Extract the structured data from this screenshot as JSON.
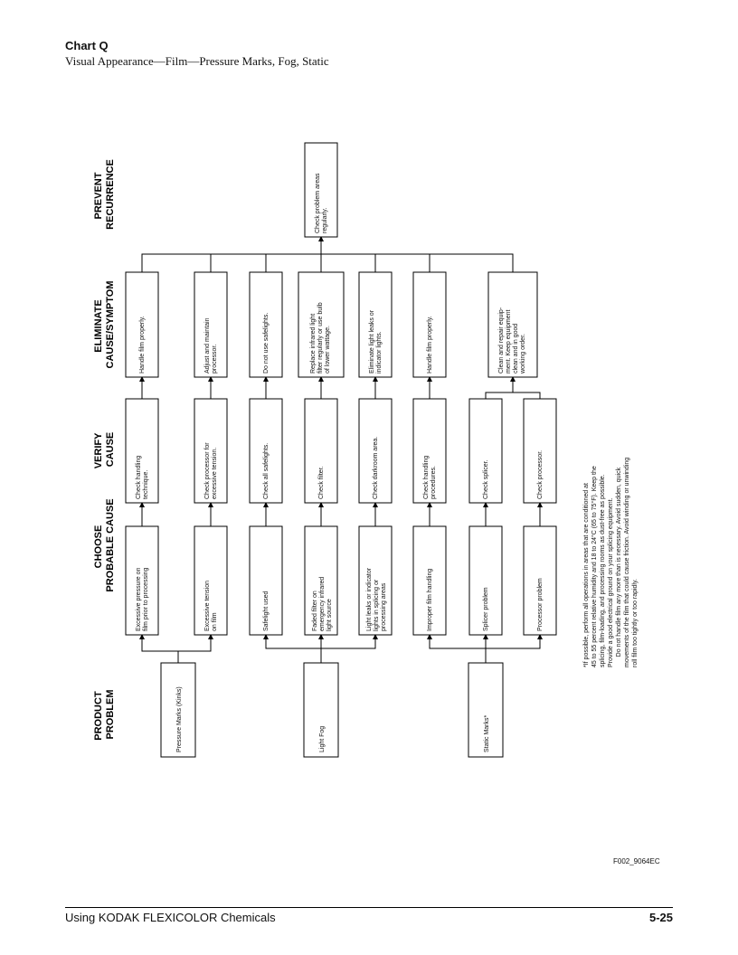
{
  "header": {
    "chart_label": "Chart Q",
    "subtitle": "Visual Appearance—Film—Pressure Marks, Fog, Static"
  },
  "columns": {
    "product_problem": [
      "PRODUCT",
      "PROBLEM"
    ],
    "probable_cause": [
      "CHOOSE",
      "PROBABLE CAUSE"
    ],
    "verify_cause": [
      "VERIFY",
      "CAUSE"
    ],
    "eliminate": [
      "ELIMINATE",
      "CAUSE/SYMPTOM"
    ],
    "prevent": [
      "PREVENT",
      "RECURRENCE"
    ]
  },
  "problems": [
    {
      "lines": [
        "Pressure Marks (Kinks)"
      ]
    },
    {
      "lines": [
        "Light Fog"
      ]
    },
    {
      "lines": [
        "Static Marks*"
      ]
    }
  ],
  "causes": [
    {
      "lines": [
        "Excessive pressure on",
        "film prior to processing"
      ]
    },
    {
      "lines": [
        "Excessive tension",
        "on film"
      ]
    },
    {
      "lines": [
        "Safelight used"
      ]
    },
    {
      "lines": [
        "Faded filter on",
        "emergency infrared",
        "light source"
      ]
    },
    {
      "lines": [
        "Light leaks or indicator",
        "lights in splicing or",
        "processing areas"
      ]
    },
    {
      "lines": [
        "Improper film handling"
      ]
    },
    {
      "lines": [
        "Splicer problem"
      ]
    },
    {
      "lines": [
        "Processor problem"
      ]
    }
  ],
  "verifies": [
    {
      "lines": [
        "Check handling",
        "technique."
      ]
    },
    {
      "lines": [
        "Check processor for",
        "excessive tension."
      ]
    },
    {
      "lines": [
        "Check all safelights."
      ]
    },
    {
      "lines": [
        "Check filter."
      ]
    },
    {
      "lines": [
        "Check darkroom area."
      ]
    },
    {
      "lines": [
        "Check handling",
        "procedures."
      ]
    },
    {
      "lines": [
        "Check splicer."
      ]
    },
    {
      "lines": [
        "Check processor."
      ]
    }
  ],
  "eliminates": [
    {
      "lines": [
        "Handle film properly."
      ]
    },
    {
      "lines": [
        "Adjust and maintain",
        "processor."
      ]
    },
    {
      "lines": [
        "Do not use safelights."
      ]
    },
    {
      "lines": [
        "Replace infrared light",
        "filter regularly or use bulb",
        "of lower wattage."
      ]
    },
    {
      "lines": [
        "Eliminate light leaks or",
        "indicator lights."
      ]
    },
    {
      "lines": [
        "Handle film properly."
      ]
    },
    {
      "lines": [
        "Clean and repair equip-",
        "ment. Keep equipment",
        "clean and in good",
        "working order."
      ]
    }
  ],
  "prevent": {
    "lines": [
      "Check problem areas",
      "regularly."
    ]
  },
  "footnote": {
    "lines": [
      "*If possible, perform all operations in areas that are conditioned at",
      "45 to 55 percent relative humidity and 18 to 24°C (65 to 75°F). Keep the",
      "splicing, film-loading, and processing rooms as dust-free as possible.",
      "Provide a good electrical ground on your splicing equipment.",
      "      Do not handle film any more than is necessary. Avoid sudden, quick",
      "movements of the film that could cause friction. Avoid winding or unwinding",
      "roll film too tightly or too rapidly."
    ]
  },
  "figure_code": "F002_9064EC",
  "footer": {
    "left": "Using KODAK FLEXICOLOR Chemicals",
    "right": "5-25"
  }
}
